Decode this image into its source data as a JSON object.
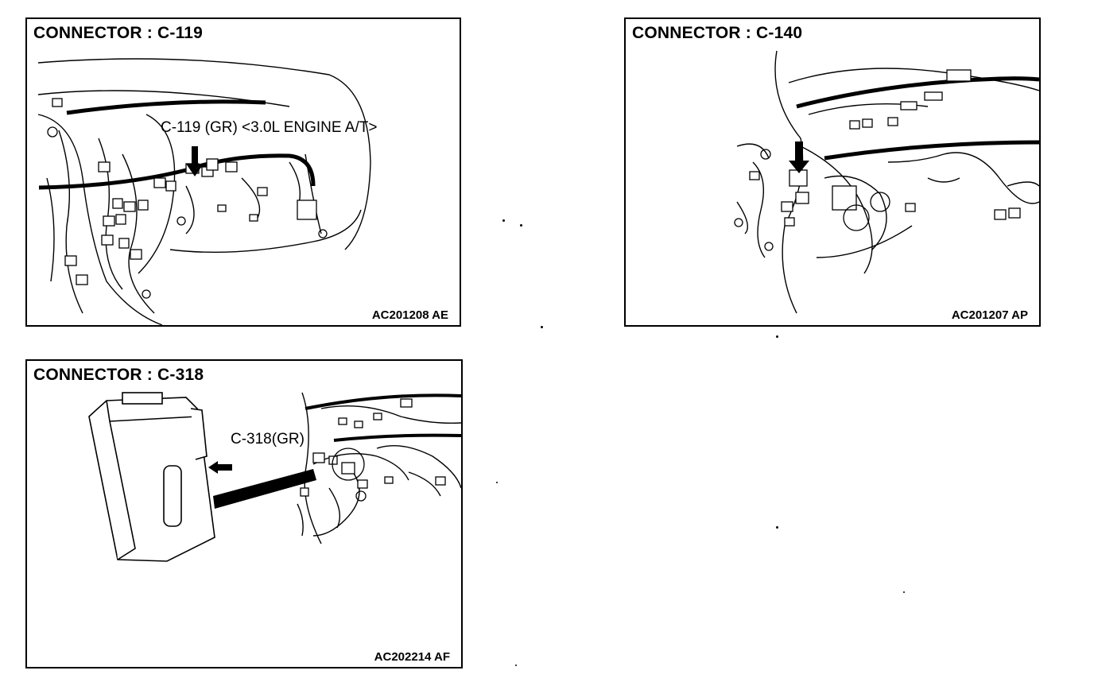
{
  "panels": [
    {
      "title": "CONNECTOR : C-119",
      "callout": "C-119 (GR) <3.0L ENGINE A/T>",
      "code": "AC201208 AE"
    },
    {
      "title": "CONNECTOR : C-140",
      "callout": "",
      "code": "AC201207 AP"
    },
    {
      "title": "CONNECTOR : C-318",
      "callout": "C-318(GR)",
      "code": "AC202214 AF"
    }
  ]
}
